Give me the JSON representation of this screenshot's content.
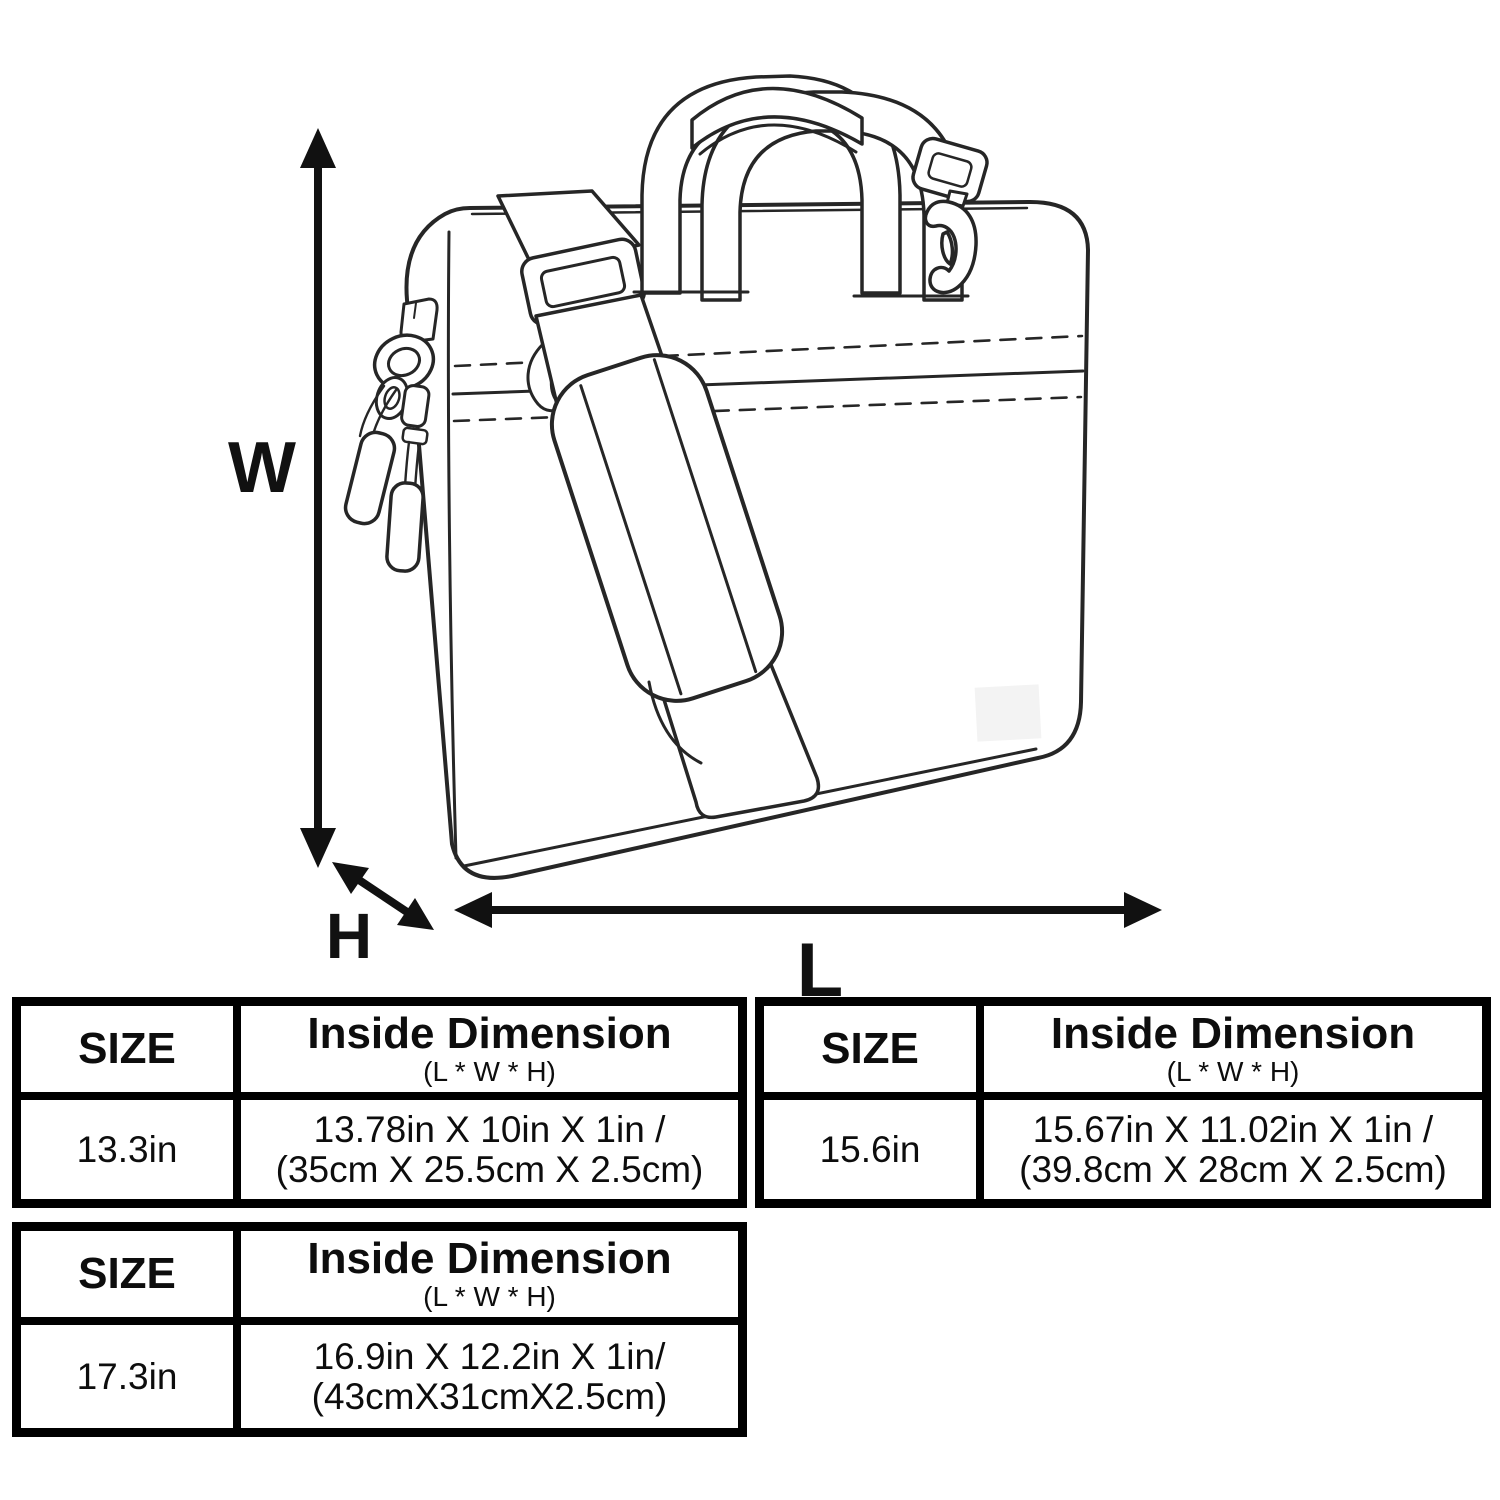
{
  "diagram": {
    "labels": {
      "width": "W",
      "height": "H",
      "length": "L"
    },
    "illustration": "laptop-shoulder-bag-line-drawing",
    "colors": {
      "line": "#262626",
      "arrow": "#111111",
      "table_border": "#000000",
      "background": "#ffffff",
      "text": "#0d0d0d"
    }
  },
  "tables": [
    {
      "headers": {
        "size": "SIZE",
        "dimension": "Inside Dimension",
        "dimension_sub": "(L * W * H)"
      },
      "rows": [
        {
          "size": "13.3in",
          "dimension_line1": "13.78in X 10in X 1in /",
          "dimension_line2": "(35cm X 25.5cm X 2.5cm)"
        }
      ]
    },
    {
      "headers": {
        "size": "SIZE",
        "dimension": "Inside Dimension",
        "dimension_sub": "(L * W * H)"
      },
      "rows": [
        {
          "size": "15.6in",
          "dimension_line1": "15.67in X 11.02in X 1in /",
          "dimension_line2": "(39.8cm X 28cm X 2.5cm)"
        }
      ]
    },
    {
      "headers": {
        "size": "SIZE",
        "dimension": "Inside Dimension",
        "dimension_sub": "(L * W * H)"
      },
      "rows": [
        {
          "size": "17.3in",
          "dimension_line1": "16.9in X 12.2in X 1in/",
          "dimension_line2": "(43cmX31cmX2.5cm)"
        }
      ]
    }
  ]
}
